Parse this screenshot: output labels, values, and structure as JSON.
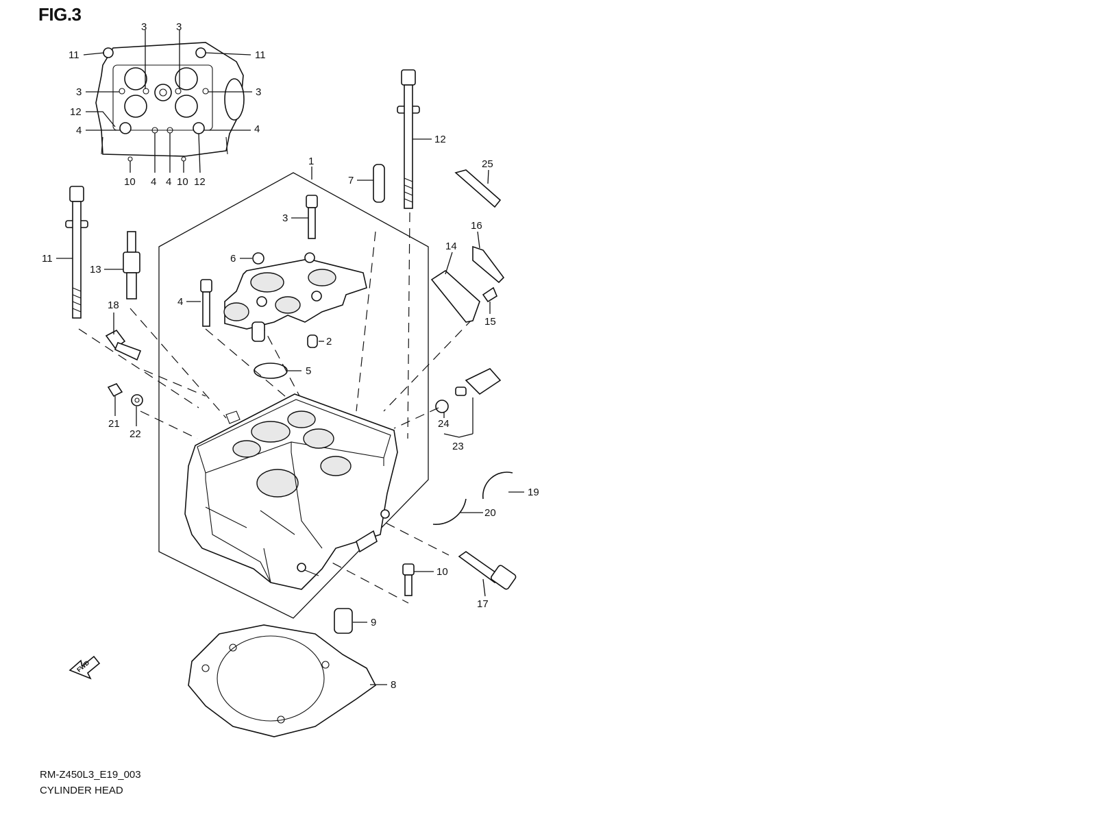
{
  "figure": {
    "title": "FIG.3",
    "code": "RM-Z450L3_E19_003",
    "name": "CYLINDER HEAD",
    "fwd_label": "FWD"
  },
  "inset_labels": {
    "l3a": "3",
    "l3b": "3",
    "l11a": "11",
    "l11b": "11",
    "l3c": "3",
    "l3d": "3",
    "l12a": "12",
    "l4a": "4",
    "l4b": "4",
    "l10a": "10",
    "l4c": "4",
    "l4d": "4",
    "l10b": "10",
    "l12b": "12"
  },
  "part_labels": {
    "p1": "1",
    "p2": "2",
    "p3": "3",
    "p4": "4",
    "p5": "5",
    "p6": "6",
    "p7": "7",
    "p8": "8",
    "p9": "9",
    "p10": "10",
    "p11": "11",
    "p12": "12",
    "p13": "13",
    "p14": "14",
    "p15": "15",
    "p16": "16",
    "p17": "17",
    "p18": "18",
    "p19": "19",
    "p20": "20",
    "p21": "21",
    "p22": "22",
    "p23": "23",
    "p24": "24",
    "p25": "25"
  }
}
